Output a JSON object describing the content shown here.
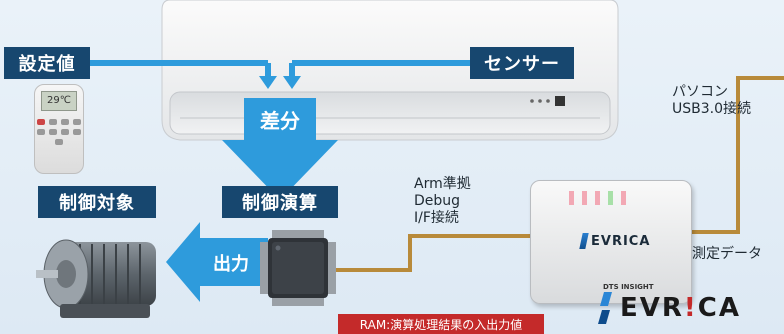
{
  "labels": {
    "setpoint": "設定値",
    "sensor": "センサー",
    "difference": "差分",
    "control_target": "制御対象",
    "control_calc": "制御演算",
    "output": "出力",
    "debug_if_line1": "Arm準拠",
    "debug_if_line2": "Debug",
    "debug_if_line3": "I/F接続",
    "pc_line1": "パソコン",
    "pc_line2": "USB3.0接続",
    "measurement_data": "測定データ",
    "ram_note": "RAM:演算処理結果の入出力値"
  },
  "remote_display": "29℃",
  "device_brand": "EVRICA",
  "device_maker": "DTS INSIGHT",
  "logo": {
    "text_left": "EVR",
    "text_mark": "!",
    "text_right": "CA"
  },
  "colors": {
    "navy": "#17476f",
    "flow_blue": "#2e9bdc",
    "wire_brown": "#b88a3a",
    "red_note": "#c42a2a"
  }
}
